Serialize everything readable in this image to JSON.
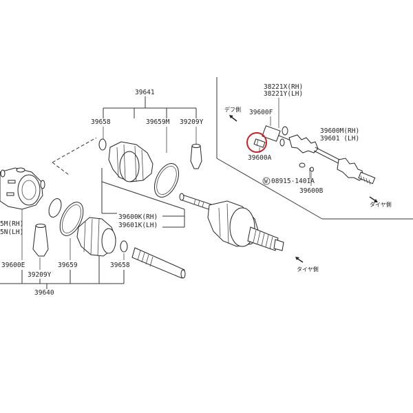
{
  "labels": {
    "p39641": "39641",
    "p39658_top": "39658",
    "p39659m": "39659M",
    "p39209y_top": "39209Y",
    "p39600k_rh": "39600K(RH)",
    "p39601k_lh": "39601K(LH)",
    "p_m_rh": "5M(RH)",
    "p_n_lh": "5N(LH)",
    "p39600e": "39600E",
    "p39659": "39659",
    "p39209y_bottom": "39209Y",
    "p39658_bottom": "39658",
    "p39640": "39640",
    "p38221x": "38221X(RH)",
    "p38221y": "38221Y(LH)",
    "p39600f": "39600F",
    "p39600m": "39600M(RH)",
    "p39601": "39601 (LH)",
    "p39600a": "39600A",
    "p08915": "08915-1401A",
    "w_mark": "W",
    "p39600b": "39600B",
    "diff_side": "デフ側",
    "tire_side_right": "タイヤ側",
    "tire_side_center": "タイヤ側"
  }
}
